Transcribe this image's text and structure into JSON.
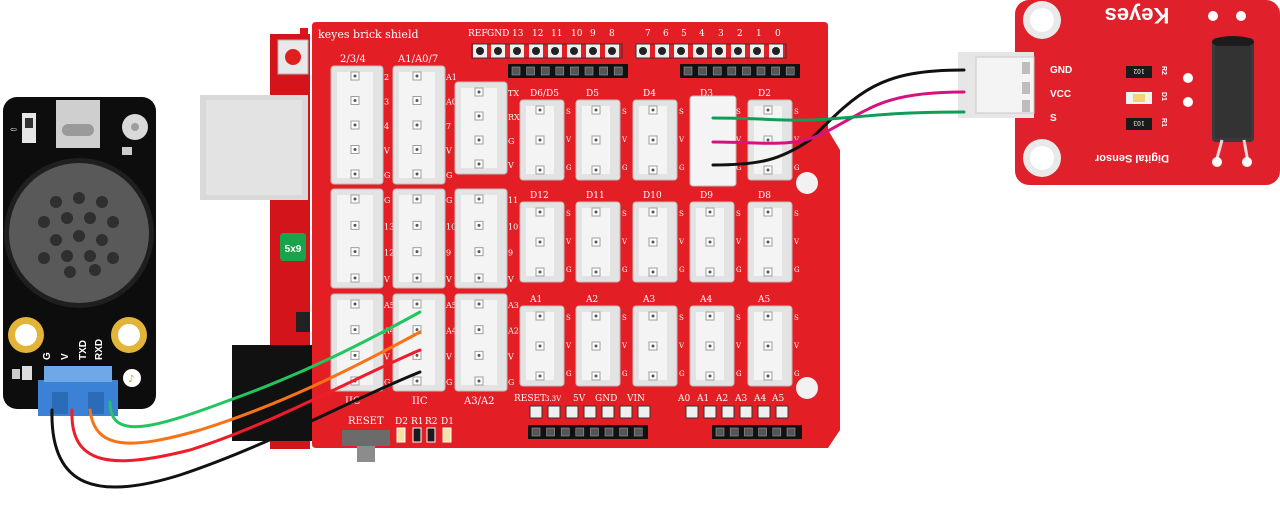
{
  "shield": {
    "title": "keyes brick shield",
    "top_header_labels": [
      "REF",
      "GND",
      "13",
      "12",
      "11",
      "10",
      "9",
      "8",
      "7",
      "6",
      "5",
      "4",
      "3",
      "2",
      "1",
      "0"
    ],
    "col1": {
      "top": "2/3/4",
      "bottom": "IIC",
      "pins_a": [
        "2",
        "3",
        "4",
        "V",
        "G"
      ],
      "pins_b": [
        "G",
        "13",
        "12",
        "V"
      ],
      "pins_c": [
        "A5",
        "A4",
        "V",
        "G"
      ]
    },
    "col2": {
      "top": "A1/A0/7",
      "bottom": "IIC",
      "pins_a": [
        "A1",
        "A0",
        "7",
        "V",
        "G"
      ],
      "pins_b": [
        "G",
        "10",
        "9",
        "V"
      ],
      "pins_c": [
        "A5",
        "A4",
        "V",
        "G"
      ]
    },
    "col3": {
      "bottom": "A3/A2",
      "pins_a": [
        "TX",
        "RX",
        "G",
        "V"
      ],
      "pins_b": [
        "11",
        "10",
        "9",
        "V"
      ],
      "pins_c": [
        "A3",
        "A2",
        "V",
        "G"
      ]
    },
    "row1_labels": [
      "D6/D5",
      "D5",
      "D4",
      "D3",
      "D2"
    ],
    "row2_labels": [
      "D12",
      "D11",
      "D10",
      "D9",
      "D8"
    ],
    "row3_labels": [
      "A1",
      "A2",
      "A3",
      "A4",
      "A5"
    ],
    "svg_pins": [
      "S",
      "V",
      "G"
    ],
    "bottom_left_labels": [
      "RESET",
      "5V",
      "GND",
      "VIN"
    ],
    "bottom_right_labels": [
      "A0",
      "A1",
      "A2",
      "A3",
      "A4",
      "A5"
    ],
    "reset_label": "RESET",
    "led_labels": [
      "D2",
      "R1",
      "R2",
      "D1"
    ],
    "fuse_label": "5x9"
  },
  "voice_module": {
    "pin_labels": [
      "G",
      "V",
      "TXD",
      "RXD"
    ]
  },
  "sensor_module": {
    "brand": "Keyes",
    "name": "Digital Sensor",
    "pin_labels": [
      "GND",
      "VCC",
      "S"
    ],
    "resistor_labels": [
      "102",
      "103"
    ],
    "component_labels": [
      "R2",
      "D1",
      "R1"
    ]
  },
  "wire_colors": {
    "green": "#22c55e",
    "orange": "#f97316",
    "red": "#ef1c2c",
    "black": "#111111",
    "magenta": "#d6127f",
    "teal": "#0f9d58"
  },
  "colors": {
    "board_red": "#e31e24",
    "board_dark": "#c8151a",
    "header_blue": "#3b82d6",
    "sensor_red": "#e0202a"
  }
}
